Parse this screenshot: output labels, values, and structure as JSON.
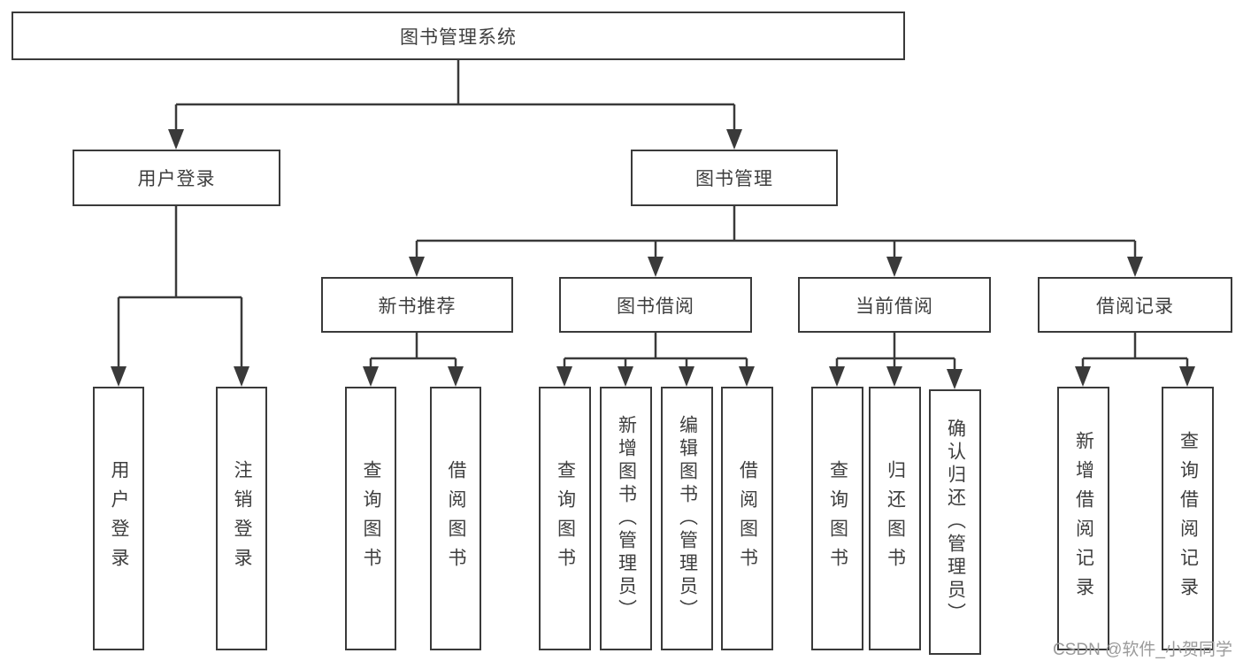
{
  "colors": {
    "background": "#ffffff",
    "line": "#3a3a3a",
    "box_border": "#3a3a3a",
    "text": "#3e3e3e",
    "watermark": "#9b9b9b"
  },
  "watermark": {
    "text": "CSDN @软件_小贺同学"
  },
  "diagram": {
    "root": {
      "label": "图书管理系统"
    },
    "level2": [
      {
        "id": "user-login",
        "label": "用户登录"
      },
      {
        "id": "book-management",
        "label": "图书管理"
      }
    ],
    "level3": [
      {
        "id": "new-book-recommendation",
        "label": "新书推荐",
        "parent": "图书管理"
      },
      {
        "id": "book-borrowing",
        "label": "图书借阅",
        "parent": "图书管理"
      },
      {
        "id": "current-borrowing",
        "label": "当前借阅",
        "parent": "图书管理"
      },
      {
        "id": "borrowing-records",
        "label": "借阅记录",
        "parent": "图书管理"
      }
    ],
    "leaves": {
      "user_login": [
        "用户登录",
        "注销登录"
      ],
      "new_book_recommendation": [
        "查询图书",
        "借阅图书"
      ],
      "book_borrowing": [
        "查询图书",
        "新增图书（管理员）",
        "编辑图书（管理员）",
        "借阅图书"
      ],
      "current_borrowing": [
        "查询图书",
        "归还图书",
        "确认归还（管理员）"
      ],
      "borrowing_records": [
        "新增借阅记录",
        "查询借阅记录"
      ]
    }
  }
}
